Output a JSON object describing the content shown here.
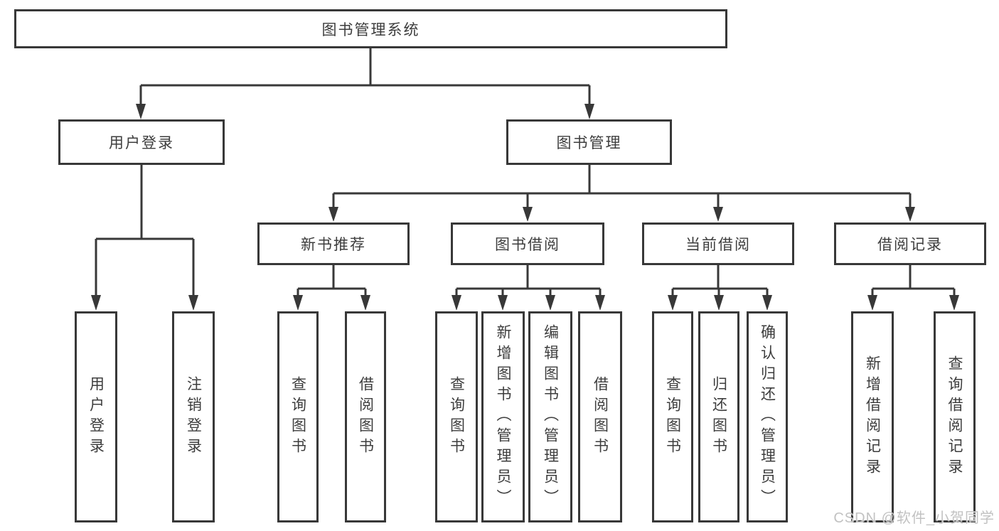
{
  "diagram": {
    "title_node": "图书管理系统",
    "level2": {
      "user_login": "用户登录",
      "book_management": "图书管理"
    },
    "level3": {
      "new_book_recommend": "新书推荐",
      "book_borrow": "图书借阅",
      "current_borrow": "当前借阅",
      "borrow_records": "借阅记录"
    },
    "leaves": {
      "user_login_leaf": "用户登录",
      "logout": "注销登录",
      "recommend_query_books": "查询图书",
      "recommend_borrow_books": "借阅图书",
      "borrow_query_books": "查询图书",
      "add_books_admin": "新增图书（管理员）",
      "edit_books_admin": "编辑图书（管理员）",
      "borrow_borrow_books": "借阅图书",
      "current_query_books": "查询图书",
      "return_books": "归还图书",
      "confirm_return_admin": "确认归还（管理员）",
      "add_borrow_record": "新增借阅记录",
      "query_borrow_record": "查询借阅记录"
    }
  },
  "watermark": "CSDN @软件_小贺同学",
  "colors": {
    "line": "#383838",
    "text": "#3d3d3d",
    "background": "#ffffff",
    "watermark": "#c2c2c2"
  }
}
